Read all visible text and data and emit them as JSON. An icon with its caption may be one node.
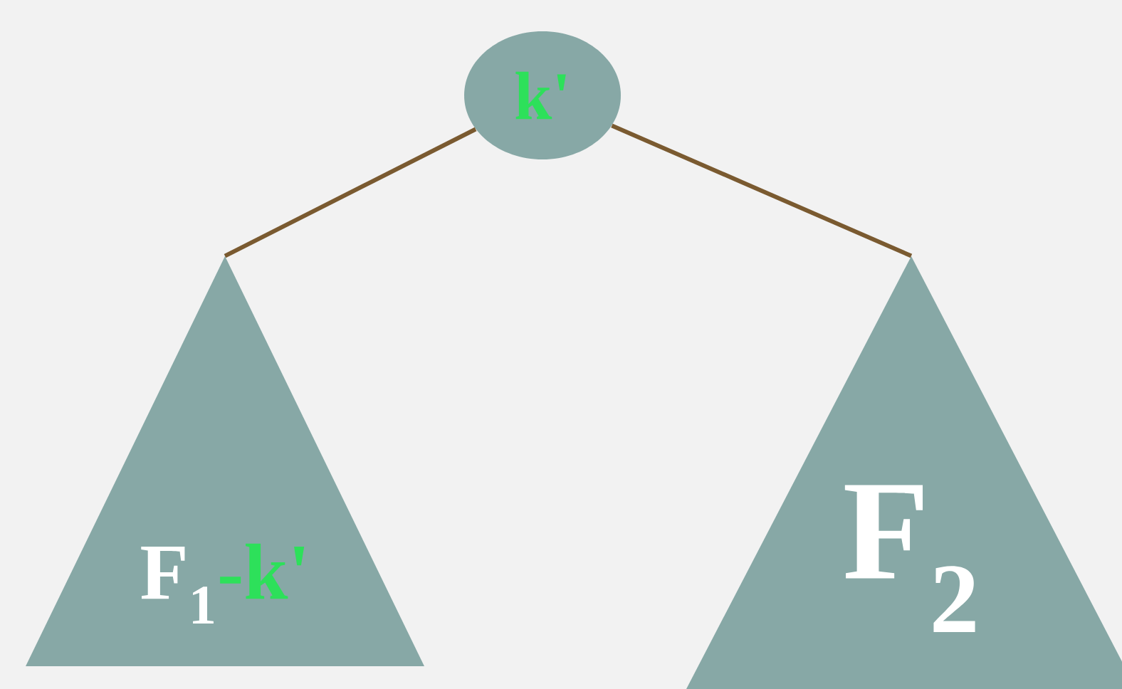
{
  "diagram": {
    "nodes": [
      {
        "text": [
          "k'"
        ]
      },
      {
        "text": [
          "F$_{1}$",
          "-k'"
        ]
      },
      {
        "text": [
          "F$_{2}$"
        ]
      }
    ],
    "edges": [
      {
        "from": 0,
        "to": 1,
        "arrow": "none",
        "color": "#7a5a30"
      },
      {
        "from": 0,
        "to": 2,
        "arrow": "none",
        "color": "#7a5a30"
      }
    ]
  }
}
